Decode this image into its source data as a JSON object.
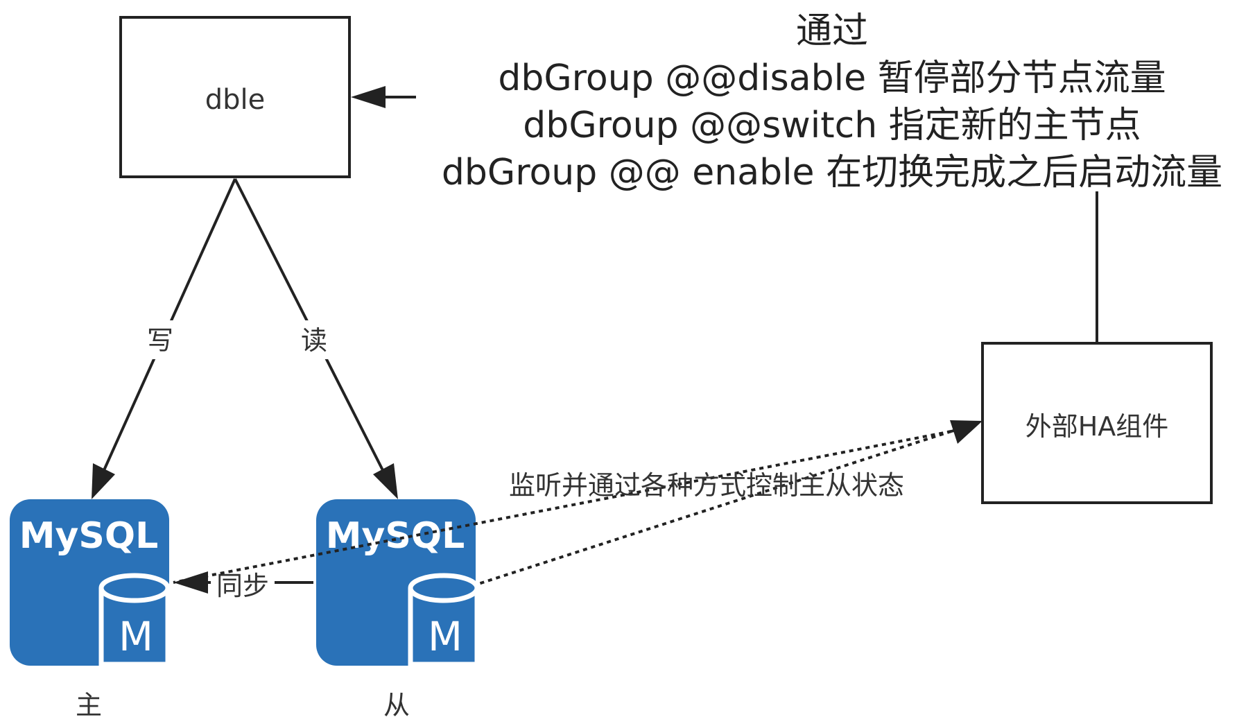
{
  "dble_box": {
    "label": "dble"
  },
  "ha_box": {
    "label": "外部HA组件"
  },
  "commands": {
    "line1": "通过",
    "line2": "dbGroup @@disable 暂停部分节点流量",
    "line3": "dbGroup @@switch 指定新的主节点",
    "line4": "dbGroup @@ enable 在切换完成之后启动流量"
  },
  "edges": {
    "write": "写",
    "read": "读",
    "sync": "同步",
    "monitor": "监听并通过各种方式控制主从状态"
  },
  "master": {
    "logo_text": "MySQL",
    "badge": "M",
    "caption": "主"
  },
  "slave": {
    "logo_text": "MySQL",
    "badge": "M",
    "caption": "从"
  },
  "colors": {
    "mysql_blue": "#2a72b8",
    "line": "#222222"
  }
}
